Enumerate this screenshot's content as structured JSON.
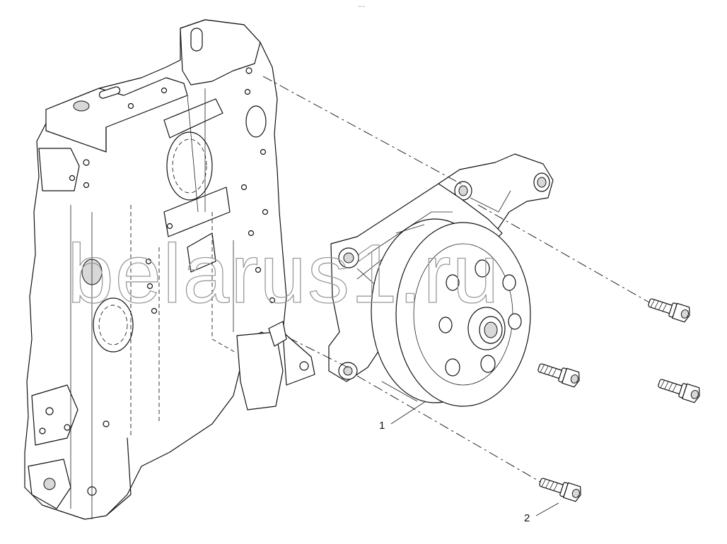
{
  "callouts": [
    {
      "id": "1",
      "label": "1"
    },
    {
      "id": "2",
      "label": "2"
    }
  ],
  "watermark": "belarus1.ru",
  "top_mark": "~~",
  "colors": {
    "line": "#111111",
    "background": "#ffffff",
    "watermark": "#9a9a9a"
  }
}
